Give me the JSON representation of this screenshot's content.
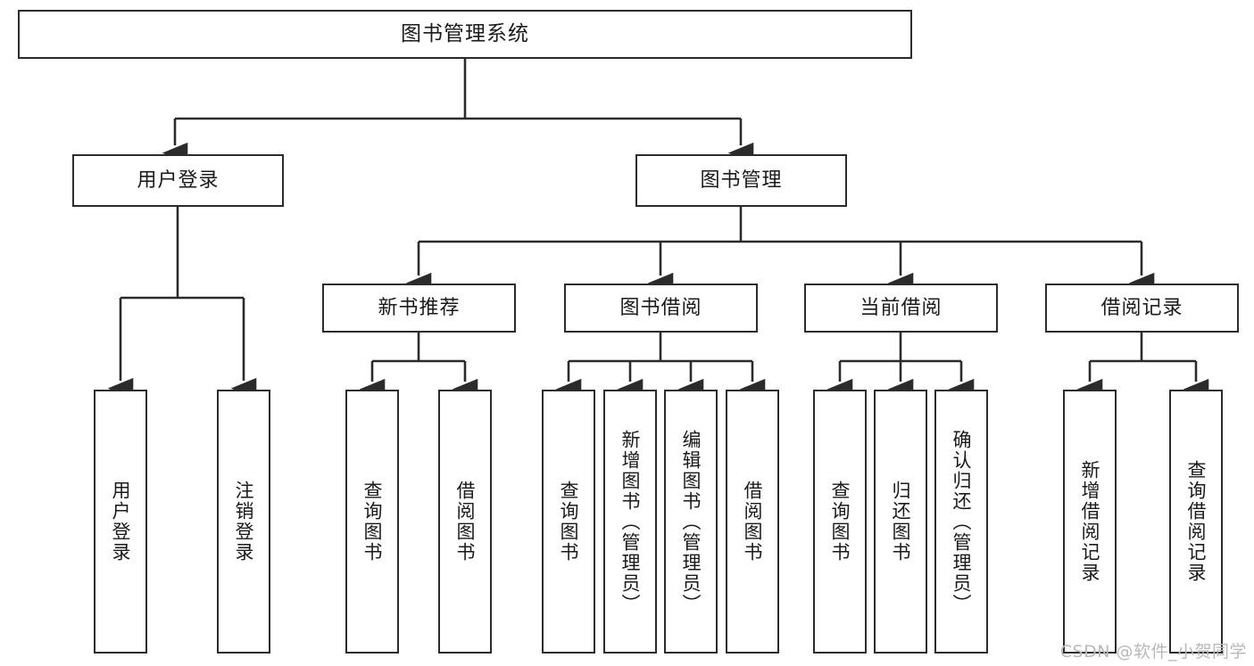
{
  "diagram": {
    "type": "tree-hierarchy",
    "title": "图书管理系统",
    "watermark": "CSDN @软件_小贺同学",
    "colors": {
      "border": "#2b2b2b",
      "fill": "#ffffff",
      "text": "#1a1a1a",
      "connector": "#2b2b2b",
      "watermark": "#b9b9b9"
    },
    "nodes": {
      "root": {
        "label": "图书管理系统"
      },
      "level2": [
        {
          "id": "user-login",
          "label": "用户登录"
        },
        {
          "id": "book-manage",
          "label": "图书管理"
        }
      ],
      "level3": [
        {
          "id": "new-book-recommend",
          "label": "新书推荐"
        },
        {
          "id": "book-borrow",
          "label": "图书借阅"
        },
        {
          "id": "current-borrow",
          "label": "当前借阅"
        },
        {
          "id": "borrow-record",
          "label": "借阅记录"
        }
      ],
      "leaves": {
        "user-login": [
          {
            "id": "leaf-user-login",
            "label": "用户登录"
          },
          {
            "id": "leaf-logout-login",
            "label": "注销登录"
          }
        ],
        "new-book-recommend": [
          {
            "id": "leaf-query-book-1",
            "label": "查询图书"
          },
          {
            "id": "leaf-borrow-book-1",
            "label": "借阅图书"
          }
        ],
        "book-borrow": [
          {
            "id": "leaf-query-book-2",
            "label": "查询图书"
          },
          {
            "id": "leaf-add-book",
            "label": "新增图书（管理员）"
          },
          {
            "id": "leaf-edit-book",
            "label": "编辑图书（管理员）"
          },
          {
            "id": "leaf-borrow-book-2",
            "label": "借阅图书"
          }
        ],
        "current-borrow": [
          {
            "id": "leaf-query-book-3",
            "label": "查询图书"
          },
          {
            "id": "leaf-return-book",
            "label": "归还图书"
          },
          {
            "id": "leaf-confirm-return",
            "label": "确认归还（管理员）"
          }
        ],
        "borrow-record": [
          {
            "id": "leaf-add-record",
            "label": "新增借阅记录"
          },
          {
            "id": "leaf-query-record",
            "label": "查询借阅记录"
          }
        ]
      }
    }
  }
}
